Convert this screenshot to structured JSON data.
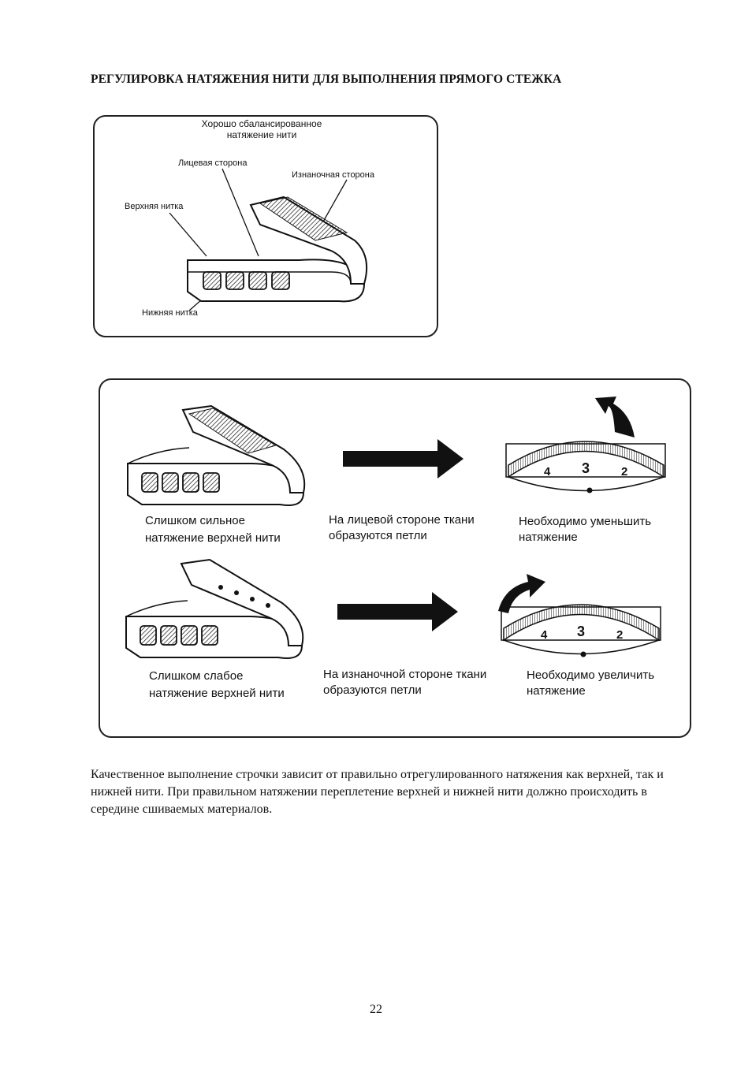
{
  "page": {
    "title": "РЕГУЛИРОВКА НАТЯЖЕНИЯ НИТИ ДЛЯ ВЫПОЛНЕНИЯ ПРЯМОГО СТЕЖКА",
    "page_number": "22"
  },
  "balanced": {
    "heading_line1": "Хорошо сбалансированное",
    "heading_line2": "натяжение нити",
    "face_side": "Лицевая сторона",
    "reverse_side": "Изнаночная сторона",
    "upper_thread": "Верхняя нитка",
    "lower_thread": "Нижняя нитка"
  },
  "case_tight": {
    "problem_line1": "Слишком сильное",
    "problem_line2": "натяжение верхней нити",
    "result_line1": "На лицевой стороне ткани",
    "result_line2": "образуются петли",
    "action_line1": "Необходимо уменьшить",
    "action_line2": "натяжение"
  },
  "case_loose": {
    "problem_line1": "Слишком слабое",
    "problem_line2": "натяжение верхней нити",
    "result_line1": "На изнаночной стороне ткани",
    "result_line2": "образуются петли",
    "action_line1": "Необходимо увеличить",
    "action_line2": "натяжение"
  },
  "dial": {
    "left_mark": "4",
    "center_mark": "3",
    "right_mark": "2"
  },
  "body_text": "Качественное выполнение строчки зависит от правильно отрегулированного натяжения как верхней, так и нижней нити. При правильном натяжении переплетение верхней и нижней нити должно происходить в середине сшиваемых материалов."
}
